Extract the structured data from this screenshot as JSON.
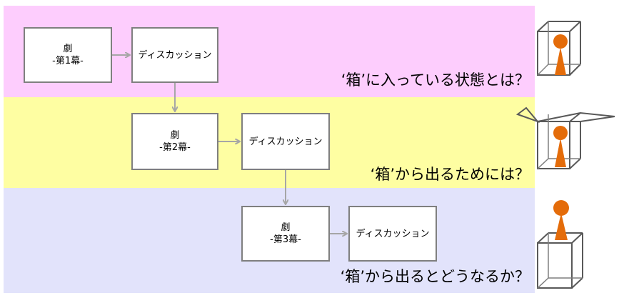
{
  "stages": [
    {
      "play": {
        "title": "劇",
        "act": "-第1幕-"
      },
      "discussion": "ディスカッション",
      "question": "‘箱’に入っている状態とは？"
    },
    {
      "play": {
        "title": "劇",
        "act": "-第2幕-"
      },
      "discussion": "ディスカッション",
      "question": "‘箱’から出るためには？"
    },
    {
      "play": {
        "title": "劇",
        "act": "-第3幕-"
      },
      "discussion": "ディスカッション",
      "question": "‘箱’から出るとどうなるか？"
    }
  ],
  "colors": {
    "band1": "#fdcdfd",
    "band2": "#fefea2",
    "band3": "#e2e3fb",
    "figure": "#e46c0a",
    "arrow": "#a6a6a6",
    "box_border": "#7f7f7f",
    "cube_line": "#595959"
  },
  "icons": [
    "person-in-box-icon",
    "person-leaving-box-icon",
    "person-out-of-box-icon"
  ]
}
